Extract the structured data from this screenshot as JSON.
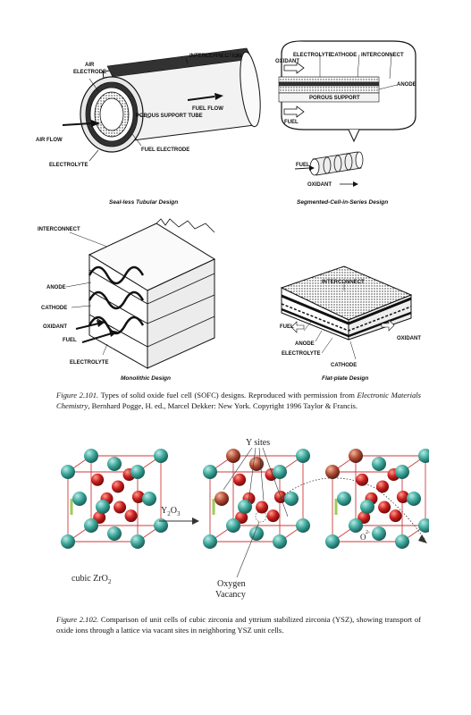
{
  "figure1": {
    "tubular": {
      "labels": {
        "interconnection": "INTERCONNECTION",
        "air_electrode_1": "AIR",
        "air_electrode_2": "ELECTRODE",
        "fuel_flow": "FUEL FLOW",
        "porous_support_tube": "POROUS SUPPORT TUBE",
        "air_flow": "AIR FLOW",
        "fuel_electrode": "FUEL ELECTRODE",
        "electrolyte": "ELECTROLYTE"
      },
      "caption": "Seal-less Tubular Design"
    },
    "segmented": {
      "labels": {
        "electrolyte": "ELECTROLYTE",
        "cathode": "CATHODE",
        "interconnect": "INTERCONNECT",
        "oxidant": "OXIDANT",
        "anode": "ANODE",
        "porous_support": "POROUS SUPPORT",
        "fuel": "FUEL",
        "fuel_small": "FUEL",
        "oxidant_small": "OXIDANT"
      },
      "caption": "Segmented-Cell-in-Series Design"
    },
    "monolithic": {
      "labels": {
        "interconnect": "INTERCONNECT",
        "anode": "ANODE",
        "cathode": "CATHODE",
        "oxidant": "OXIDANT",
        "fuel": "FUEL",
        "electrolyte": "ELECTROLYTE"
      },
      "caption": "Monolithic Design"
    },
    "flatplate": {
      "labels": {
        "interconnect": "INTERCONNECT",
        "fuel": "FUEL",
        "oxidant": "OXIDANT",
        "anode": "ANODE",
        "electrolyte": "ELECTROLYTE",
        "cathode": "CATHODE"
      },
      "caption": "Flat-plate Design"
    }
  },
  "caption1": {
    "figure_label": "Figure 2.101.",
    "text_a": " Types of solid oxide fuel cell (SOFC) designs. Reproduced with permission from ",
    "source_title": "Electronic Materials Chemistry",
    "text_b": ", Bernhard Pogge, H. ed., Marcel Dekker: New York. Copyright 1996 Taylor & Francis."
  },
  "figure2": {
    "y_sites": "Y sites",
    "y2o3_main": "Y",
    "y2o3_sub1": "2",
    "y2o3_mid": "O",
    "y2o3_sub2": "3",
    "cubic_main": "cubic ZrO",
    "cubic_sub": "2",
    "oxygen_vacancy_1": "Oxygen",
    "oxygen_vacancy_2": "Vacancy",
    "ion_charge": "2-",
    "ion_symbol": "O",
    "colors": {
      "zr": "#3aa59a",
      "o": "#c81e1e",
      "y": "#b04a35",
      "cell_edge": "#d03a3a",
      "bond": "#9ecb5a"
    }
  },
  "caption2": {
    "figure_label": "Figure 2.102.",
    "text": "  Comparison of unit cells of cubic zirconia and yttrium stabilized zirconia (YSZ), showing transport of oxide ions through a lattice via vacant sites in neighboring YSZ unit cells."
  }
}
